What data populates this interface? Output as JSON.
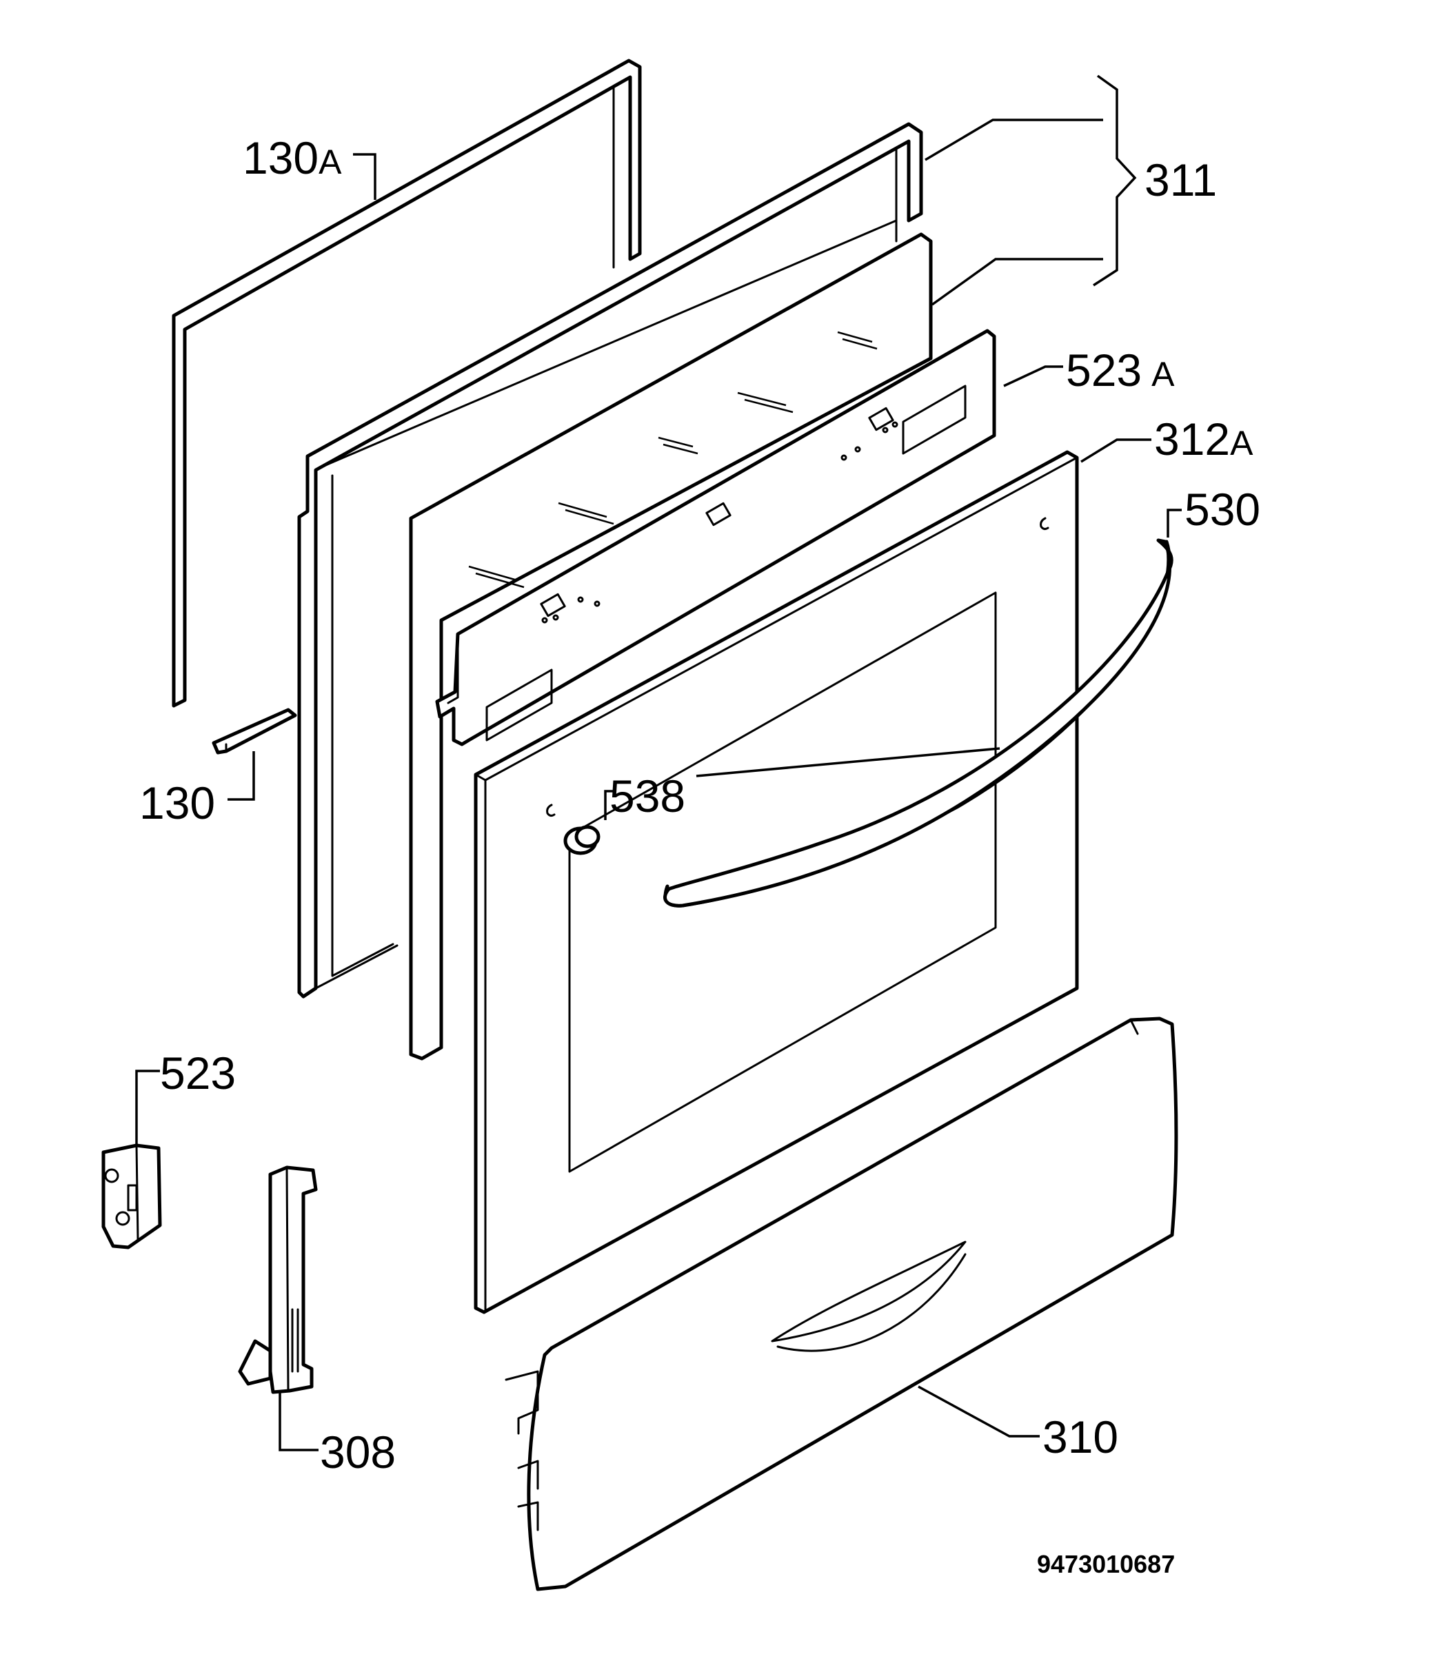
{
  "diagram": {
    "figure_number": "9473010687",
    "parts": [
      {
        "id": "130A",
        "number": "130",
        "suffix": "A"
      },
      {
        "id": "130",
        "number": "130",
        "suffix": ""
      },
      {
        "id": "311",
        "number": "311",
        "suffix": ""
      },
      {
        "id": "523A",
        "number": "523",
        "suffix": "A"
      },
      {
        "id": "312A",
        "number": "312",
        "suffix": "A"
      },
      {
        "id": "530",
        "number": "530",
        "suffix": ""
      },
      {
        "id": "538",
        "number": "538",
        "suffix": ""
      },
      {
        "id": "523",
        "number": "523",
        "suffix": ""
      },
      {
        "id": "308",
        "number": "308",
        "suffix": ""
      },
      {
        "id": "310",
        "number": "310",
        "suffix": ""
      }
    ]
  }
}
